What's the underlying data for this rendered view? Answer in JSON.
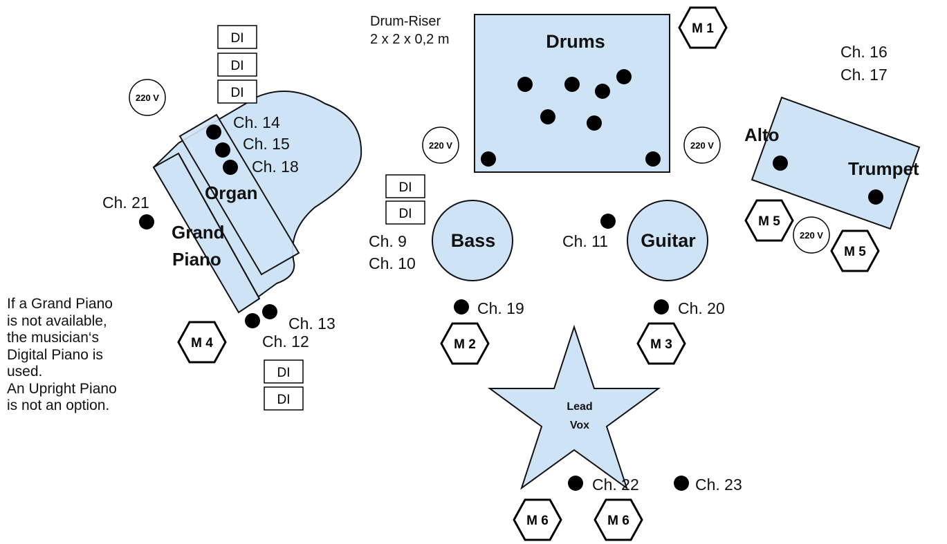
{
  "colors": {
    "instrument_fill": "#cfe3f7",
    "outline": "#111111",
    "mic": "#000000",
    "background": "#ffffff"
  },
  "riser": {
    "label_line1": "Drum-Riser",
    "label_line2": "2 x 2 x 0,2 m"
  },
  "instruments": {
    "drums": "Drums",
    "organ": "Organ",
    "grand_piano_line1": "Grand",
    "grand_piano_line2": "Piano",
    "bass": "Bass",
    "guitar": "Guitar",
    "alto": "Alto",
    "trumpet": "Trumpet",
    "lead_vox_line1": "Lead",
    "lead_vox_line2": "Vox"
  },
  "channels": {
    "ch9": "Ch. 9",
    "ch10": "Ch. 10",
    "ch11": "Ch. 11",
    "ch12": "Ch. 12",
    "ch13": "Ch. 13",
    "ch14": "Ch. 14",
    "ch15": "Ch. 15",
    "ch16": "Ch. 16",
    "ch17": "Ch. 17",
    "ch18": "Ch. 18",
    "ch19": "Ch. 19",
    "ch20": "Ch. 20",
    "ch21": "Ch. 21",
    "ch22": "Ch. 22",
    "ch23": "Ch. 23"
  },
  "monitors": {
    "m1": "M 1",
    "m2": "M 2",
    "m3": "M 3",
    "m4": "M 4",
    "m5": "M 5",
    "m6": "M 6"
  },
  "power_label": "220 V",
  "di_label": "DI",
  "note_lines": [
    "If a Grand Piano",
    "is not available,",
    "the musician‘s",
    "Digital Piano is",
    "used.",
    "An Upright Piano",
    "is not an option."
  ]
}
